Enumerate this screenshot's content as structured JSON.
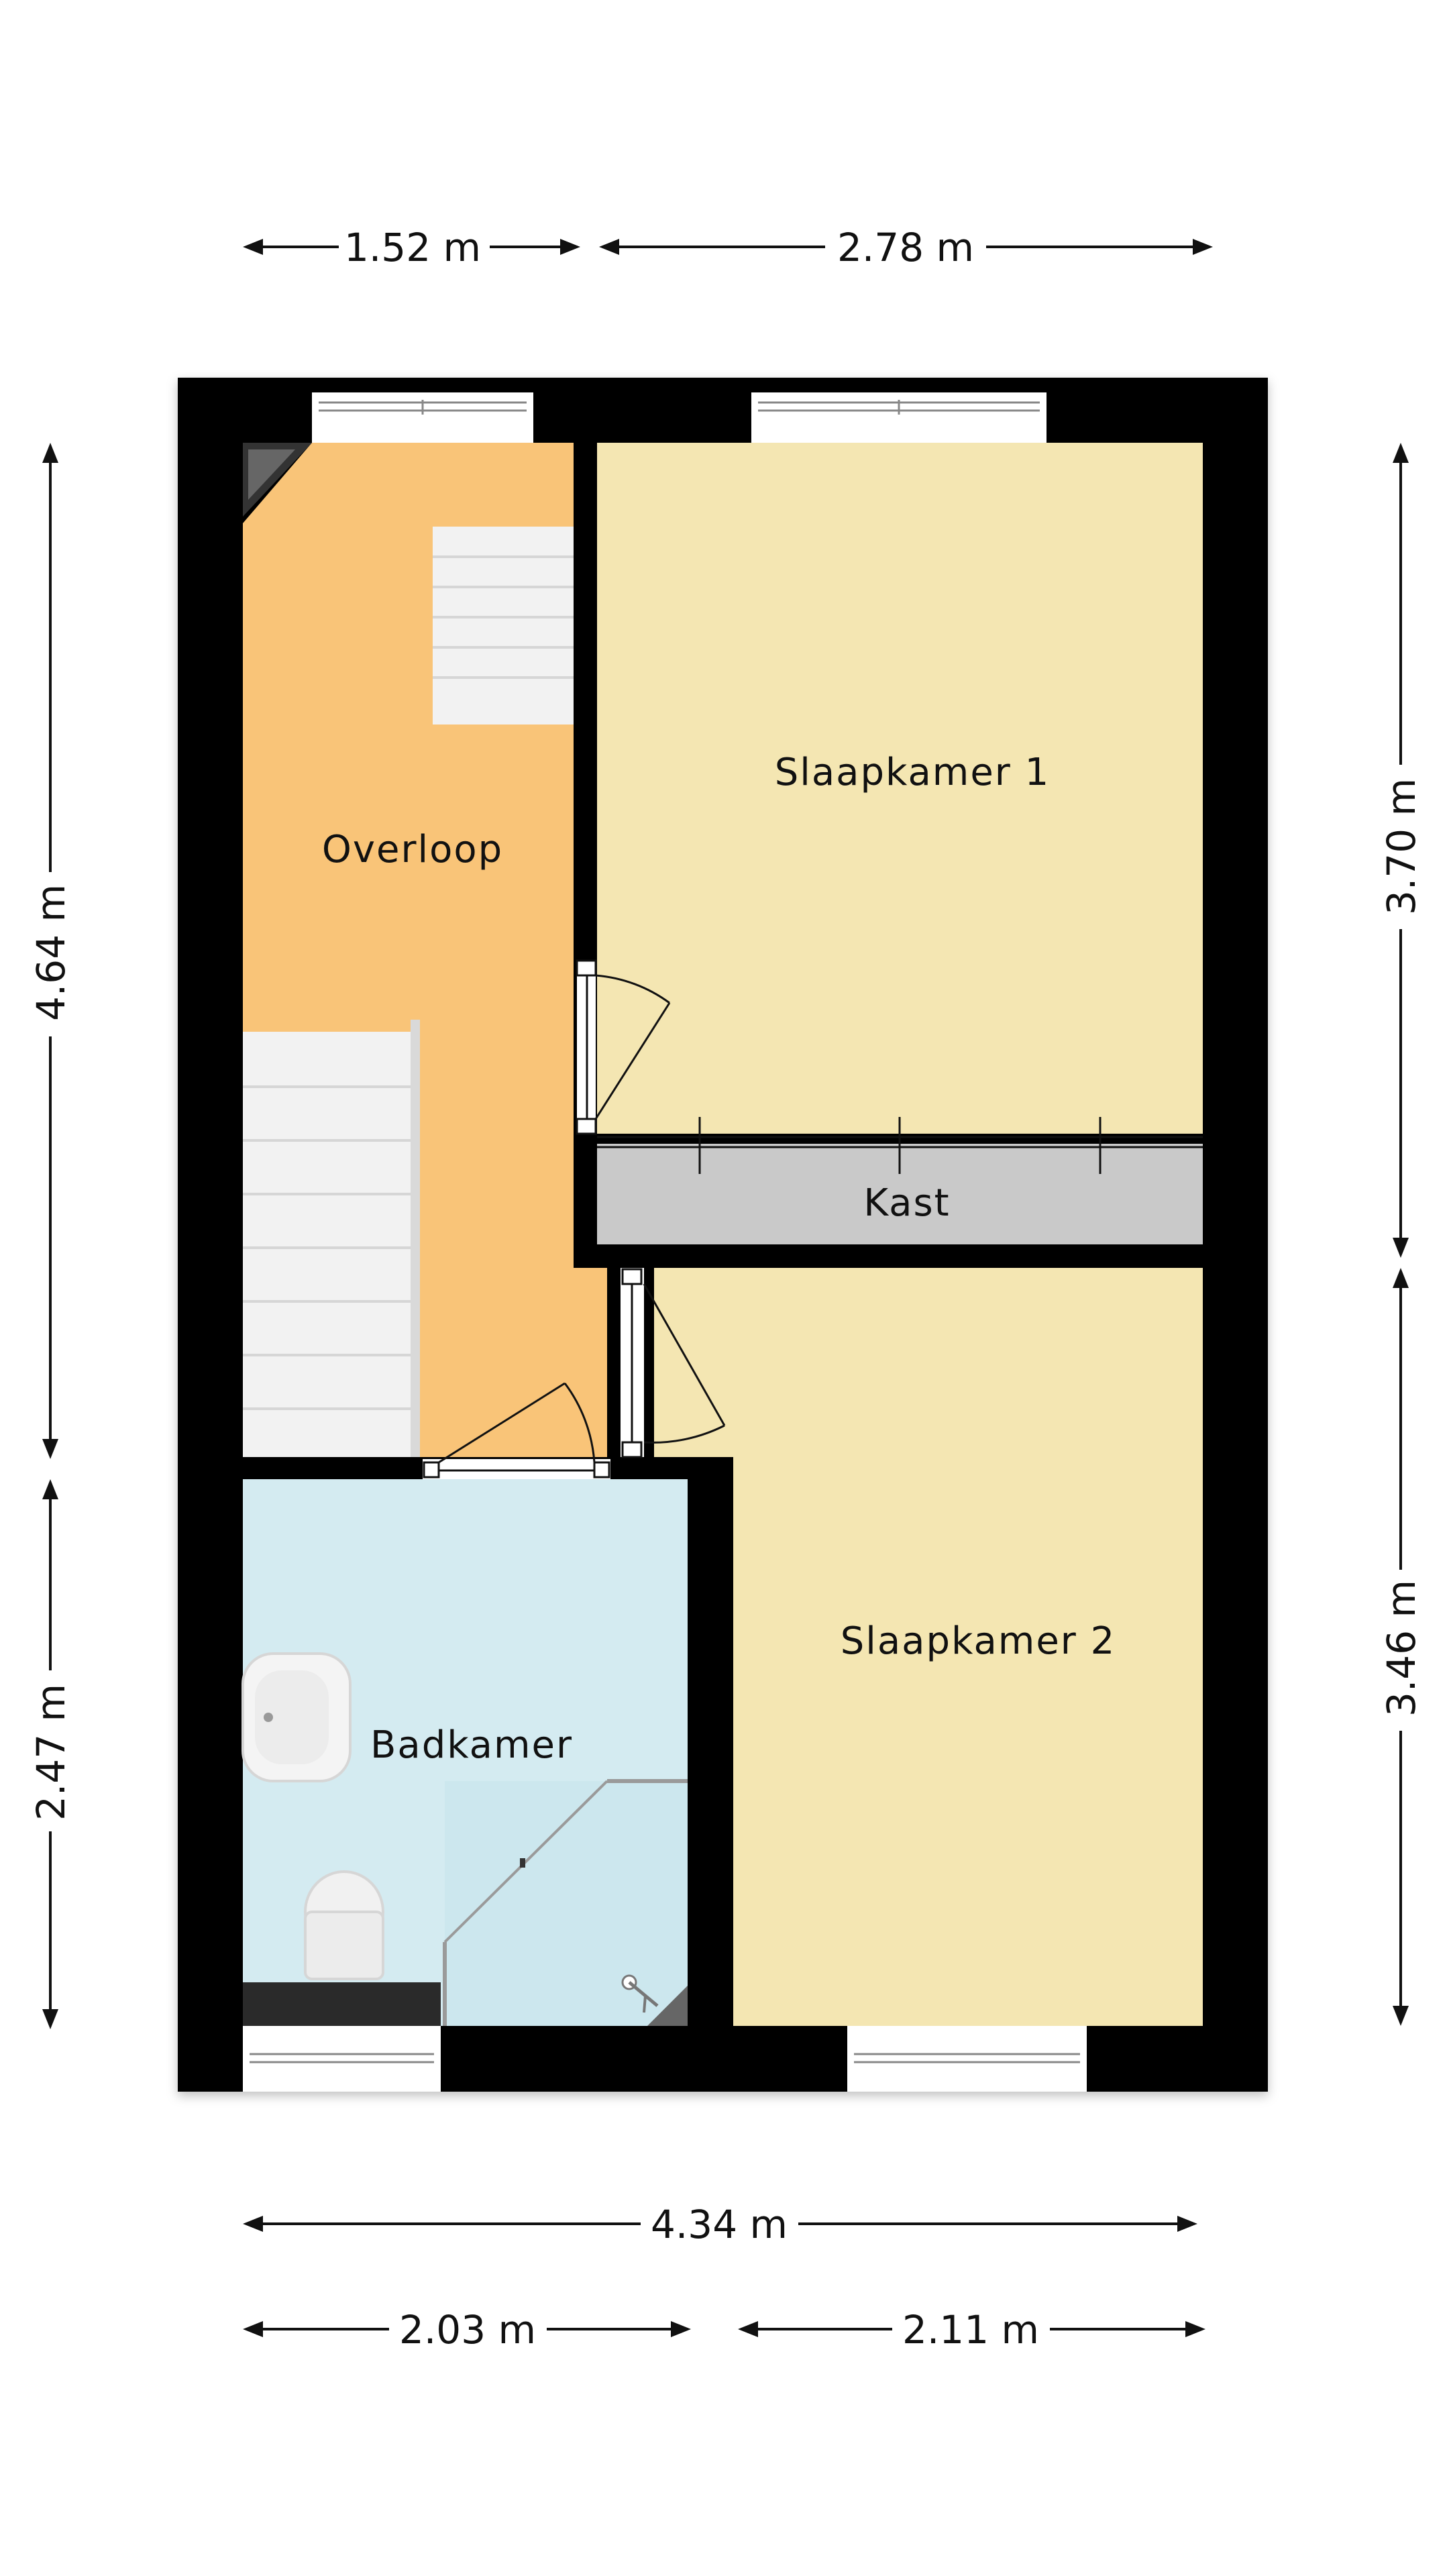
{
  "colors": {
    "wall": "#000000",
    "overloop": "#f9c478",
    "slaapkamer": "#f4e6b2",
    "kast": "#c9c9c9",
    "badkamer": "#d4ebf1",
    "stairs": "#f2f2f2",
    "window": "#ffffff"
  },
  "rooms": {
    "overloop": "Overloop",
    "slaapkamer1": "Slaapkamer 1",
    "kast": "Kast",
    "slaapkamer2": "Slaapkamer 2",
    "badkamer": "Badkamer"
  },
  "dimensions": {
    "top_left": "1.52 m",
    "top_right": "2.78 m",
    "left_upper": "4.64 m",
    "left_lower": "2.47 m",
    "right_upper": "3.70 m",
    "right_lower": "3.46 m",
    "bottom_total": "4.34 m",
    "bottom_left": "2.03 m",
    "bottom_right": "2.11 m"
  }
}
